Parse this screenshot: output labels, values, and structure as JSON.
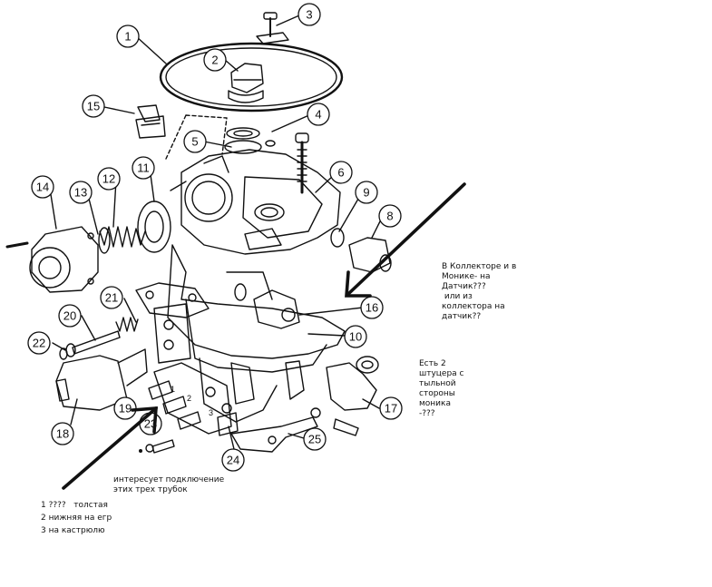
{
  "callouts": [
    "1",
    "2",
    "3",
    "4",
    "5",
    "6",
    "9",
    "8",
    "11",
    "12",
    "13",
    "14",
    "15",
    "16",
    "17",
    "18",
    "19",
    "20",
    "21",
    "22",
    "23",
    "24",
    "25",
    "10"
  ],
  "small_marks": [
    "1",
    "2",
    "3"
  ],
  "annotations": {
    "collector_question": "В Коллекторе и в\nМонике- на\nДатчик???\n или из\nколлектора на\nдатчик??",
    "two_fittings": "Есть 2\nштуцера с\nтыльной\nстороны\nмоника\n-???",
    "tubes_interest": "интересует подключение\nэтих трех трубок",
    "legend_1": "1 ????   толстая",
    "legend_2": "2 нижняя на егр",
    "legend_3": "3 на кастрюлю"
  }
}
